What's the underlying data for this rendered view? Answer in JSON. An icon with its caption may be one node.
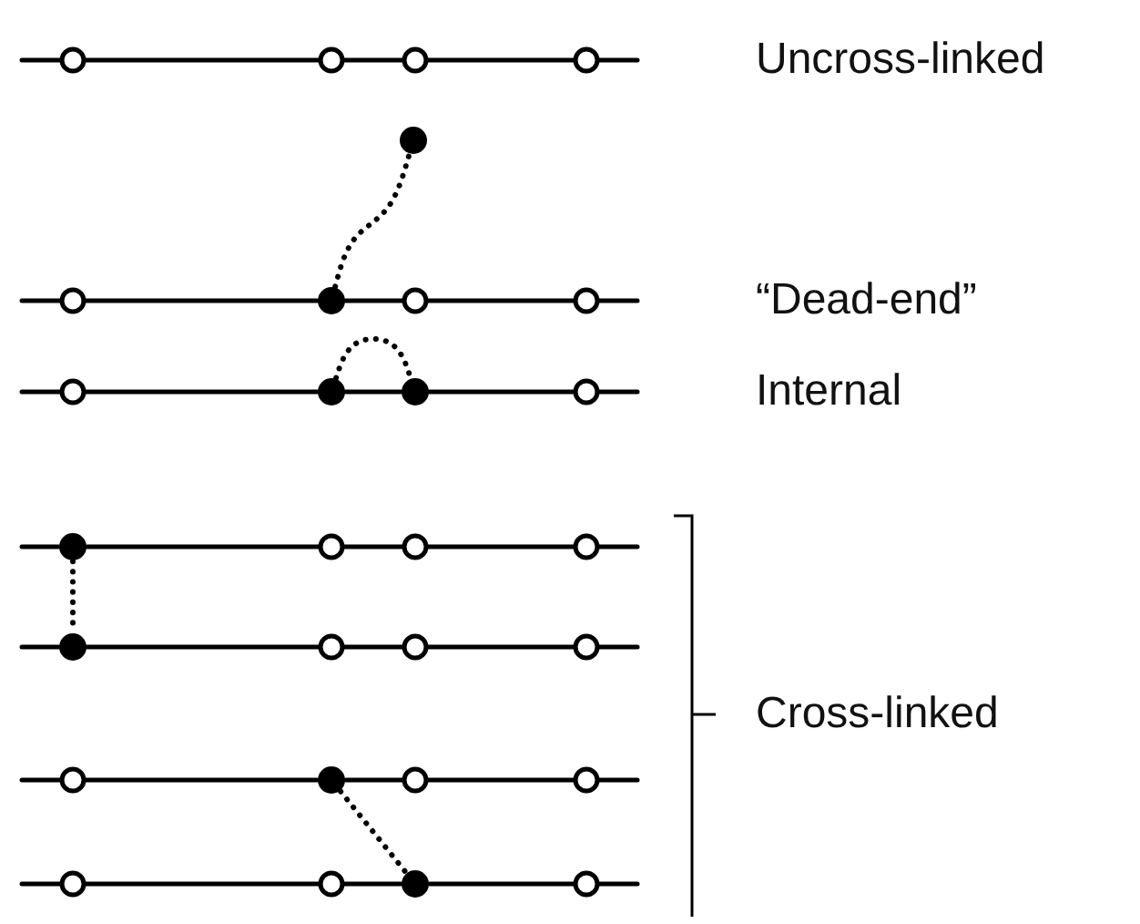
{
  "diagram": {
    "nodes": [
      {
        "text": [],
        "shape": "circle"
      },
      {
        "text": [],
        "shape": "circle"
      },
      {
        "text": [],
        "shape": "circle"
      },
      {
        "text": [],
        "shape": "circle"
      },
      {
        "text": [],
        "shape": "dot"
      },
      {
        "text": [],
        "shape": "circle"
      },
      {
        "text": [],
        "shape": "dot"
      },
      {
        "text": [],
        "shape": "circle"
      },
      {
        "text": [],
        "shape": "circle"
      },
      {
        "text": [],
        "shape": "circle"
      },
      {
        "text": [],
        "shape": "dot"
      },
      {
        "text": [],
        "shape": "dot"
      },
      {
        "text": [],
        "shape": "circle"
      },
      {
        "text": [],
        "shape": "dot"
      },
      {
        "text": [],
        "shape": "circle"
      },
      {
        "text": [],
        "shape": "circle"
      },
      {
        "text": [],
        "shape": "circle"
      },
      {
        "text": [],
        "shape": "dot"
      },
      {
        "text": [],
        "shape": "circle"
      },
      {
        "text": [],
        "shape": "circle"
      },
      {
        "text": [],
        "shape": "circle"
      },
      {
        "text": [],
        "shape": "circle"
      },
      {
        "text": [],
        "shape": "dot"
      },
      {
        "text": [],
        "shape": "circle"
      },
      {
        "text": [],
        "shape": "circle"
      },
      {
        "text": [],
        "shape": "circle"
      },
      {
        "text": [],
        "shape": "circle"
      },
      {
        "text": [],
        "shape": "dot"
      },
      {
        "text": [],
        "shape": "circle"
      }
    ],
    "edges": [
      {
        "from": null,
        "to": 0,
        "arrow": "none"
      },
      {
        "from": 0,
        "to": 1,
        "arrow": "none"
      },
      {
        "from": 1,
        "to": 2,
        "arrow": "none"
      },
      {
        "from": 2,
        "to": 3,
        "arrow": "none"
      },
      {
        "from": 3,
        "to": null,
        "arrow": "none"
      },
      {
        "from": null,
        "to": 5,
        "arrow": "none"
      },
      {
        "from": 5,
        "to": 6,
        "arrow": "none"
      },
      {
        "from": 6,
        "to": 7,
        "arrow": "none"
      },
      {
        "from": 7,
        "to": 8,
        "arrow": "none"
      },
      {
        "from": 8,
        "to": null,
        "arrow": "none"
      },
      {
        "from": null,
        "to": 9,
        "arrow": "none"
      },
      {
        "from": 9,
        "to": 10,
        "arrow": "none"
      },
      {
        "from": 10,
        "to": 11,
        "arrow": "none"
      },
      {
        "from": 11,
        "to": 12,
        "arrow": "none"
      },
      {
        "from": 12,
        "to": null,
        "arrow": "none"
      },
      {
        "from": null,
        "to": 13,
        "arrow": "none"
      },
      {
        "from": 13,
        "to": 14,
        "arrow": "none"
      },
      {
        "from": 14,
        "to": 15,
        "arrow": "none"
      },
      {
        "from": 15,
        "to": 16,
        "arrow": "none"
      },
      {
        "from": 16,
        "to": null,
        "arrow": "none"
      },
      {
        "from": null,
        "to": 17,
        "arrow": "none"
      },
      {
        "from": 17,
        "to": 18,
        "arrow": "none"
      },
      {
        "from": 18,
        "to": 19,
        "arrow": "none"
      },
      {
        "from": 19,
        "to": 20,
        "arrow": "none"
      },
      {
        "from": 20,
        "to": null,
        "arrow": "none"
      },
      {
        "from": null,
        "to": 21,
        "arrow": "none"
      },
      {
        "from": 21,
        "to": 22,
        "arrow": "none"
      },
      {
        "from": 22,
        "to": 23,
        "arrow": "none"
      },
      {
        "from": 23,
        "to": 24,
        "arrow": "none"
      },
      {
        "from": 24,
        "to": null,
        "arrow": "none"
      },
      {
        "from": null,
        "to": 25,
        "arrow": "none"
      },
      {
        "from": 25,
        "to": 26,
        "arrow": "none"
      },
      {
        "from": 26,
        "to": 27,
        "arrow": "none"
      },
      {
        "from": 27,
        "to": 28,
        "arrow": "none"
      },
      {
        "from": 28,
        "to": null,
        "arrow": "none"
      },
      {
        "from": 6,
        "to": 4,
        "arrow": "none",
        "style": "dashed"
      },
      {
        "from": 10,
        "to": 11,
        "arrow": "none",
        "style": "dashed"
      },
      {
        "from": 13,
        "to": 17,
        "arrow": "none",
        "style": "dashed"
      },
      {
        "from": 22,
        "to": 27,
        "arrow": "none",
        "style": "dashed"
      }
    ],
    "labels": [
      "Uncross-linked",
      "“Dead-end”",
      "Internal",
      "Cross-linked"
    ]
  }
}
